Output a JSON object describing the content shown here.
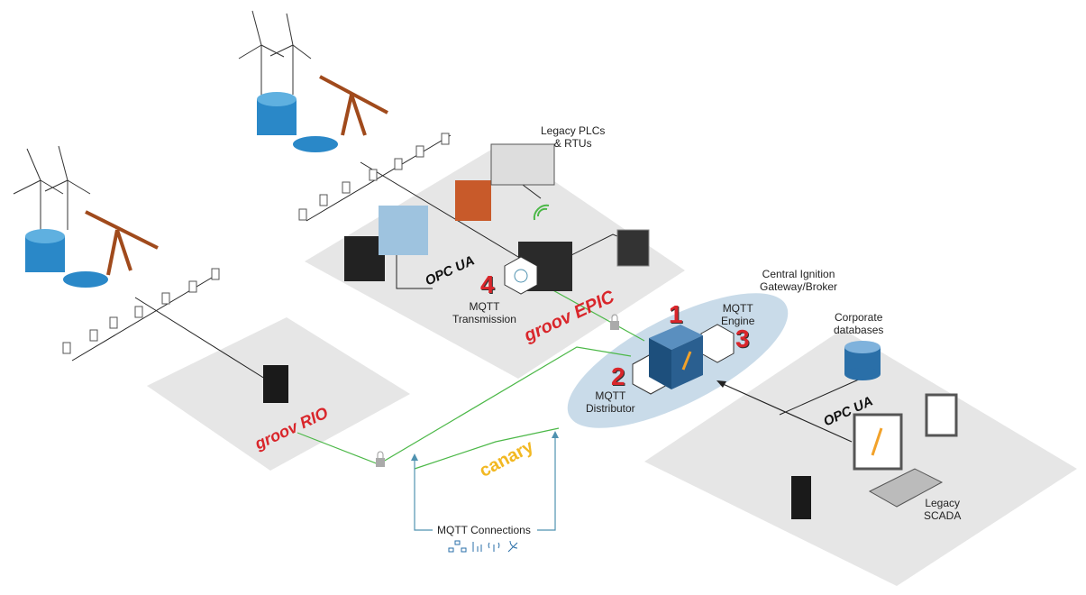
{
  "labels": {
    "legacy_plcs": "Legacy PLCs\n& RTUs",
    "central_gateway": "Central Ignition\nGateway/Broker",
    "mqtt_engine": "MQTT\nEngine",
    "mqtt_distributor": "MQTT\nDistributor",
    "mqtt_transmission": "MQTT\nTransmission",
    "corporate_databases": "Corporate\ndatabases",
    "legacy_scada": "Legacy\nSCADA",
    "mqtt_connections": "MQTT Connections"
  },
  "numbers": {
    "one": "1",
    "two": "2",
    "three": "3",
    "four": "4"
  },
  "logos": {
    "groov_epic": "groov EPIC",
    "groov_rio": "groov RIO",
    "opc_ua_top": "OPC UA",
    "opc_ua_right": "OPC UA",
    "canary": "canary"
  },
  "colors": {
    "platform": "#e6e6e6",
    "gateway_ellipse": "#c9dbe9",
    "mqtt_line": "#4cb848",
    "connection_line": "#4f92b0",
    "number_red": "#d9262b",
    "server_blue": "#1d4f7c",
    "canary_yellow": "#f2b822"
  },
  "connection_icons": [
    "network-icon",
    "cellular-icon",
    "radio-icon",
    "satellite-icon"
  ]
}
